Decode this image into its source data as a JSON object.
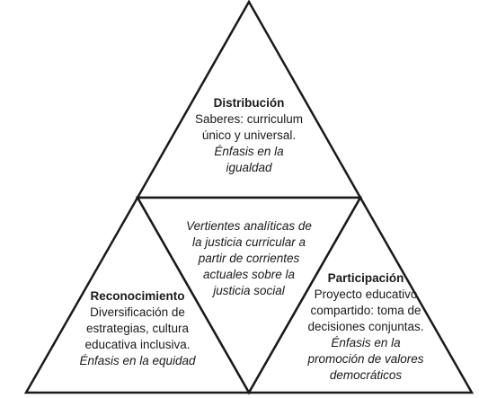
{
  "colors": {
    "line": "#1a1a1a",
    "background": "#ffffff"
  },
  "top": {
    "title": "Distribución",
    "text_lines": [
      "Saberes: curriculum",
      "único y universal."
    ],
    "emphasis_lines": [
      "Énfasis en la",
      "igualdad"
    ]
  },
  "center": {
    "emphasis_lines": [
      "Vertientes analíticas de",
      "la justicia curricular a",
      "partir de corrientes",
      "actuales sobre la",
      "justicia social"
    ]
  },
  "left": {
    "title": "Reconocimiento",
    "text_lines": [
      "Diversificación de",
      "estrategias, cultura",
      "educativa inclusiva."
    ],
    "emphasis_lines": [
      "Énfasis en la equidad"
    ]
  },
  "right": {
    "title": "Participación",
    "text_lines": [
      "Proyecto educativo",
      "compartido: toma de",
      "decisiones conjuntas."
    ],
    "emphasis_lines": [
      "Énfasis en la",
      "promoción de valores",
      "democráticos"
    ]
  }
}
